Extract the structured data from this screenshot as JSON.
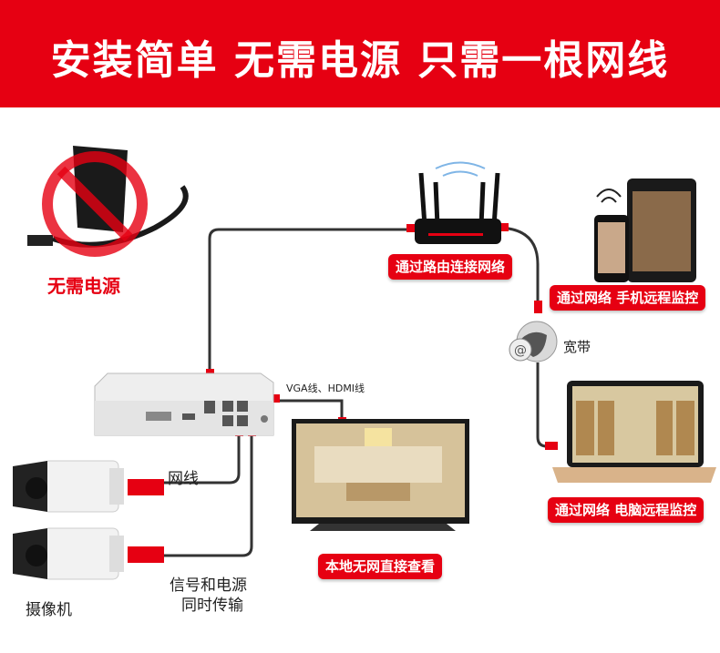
{
  "header": {
    "title": "安装简单 无需电源 只需一根网线"
  },
  "labels": {
    "no_power": "无需电源",
    "router": "通过路由连接网络",
    "phone": "通过网络 手机远程监控",
    "broadband": "宽带",
    "vga_hdmi": "VGA线、HDMI线",
    "laptop": "通过网络 电脑远程监控",
    "net_cable": "网线",
    "local": "本地无网直接查看",
    "signal_power_1": "信号和电源",
    "signal_power_2": "同时传输",
    "camera": "摄像机"
  },
  "colors": {
    "accent": "#e60012"
  }
}
